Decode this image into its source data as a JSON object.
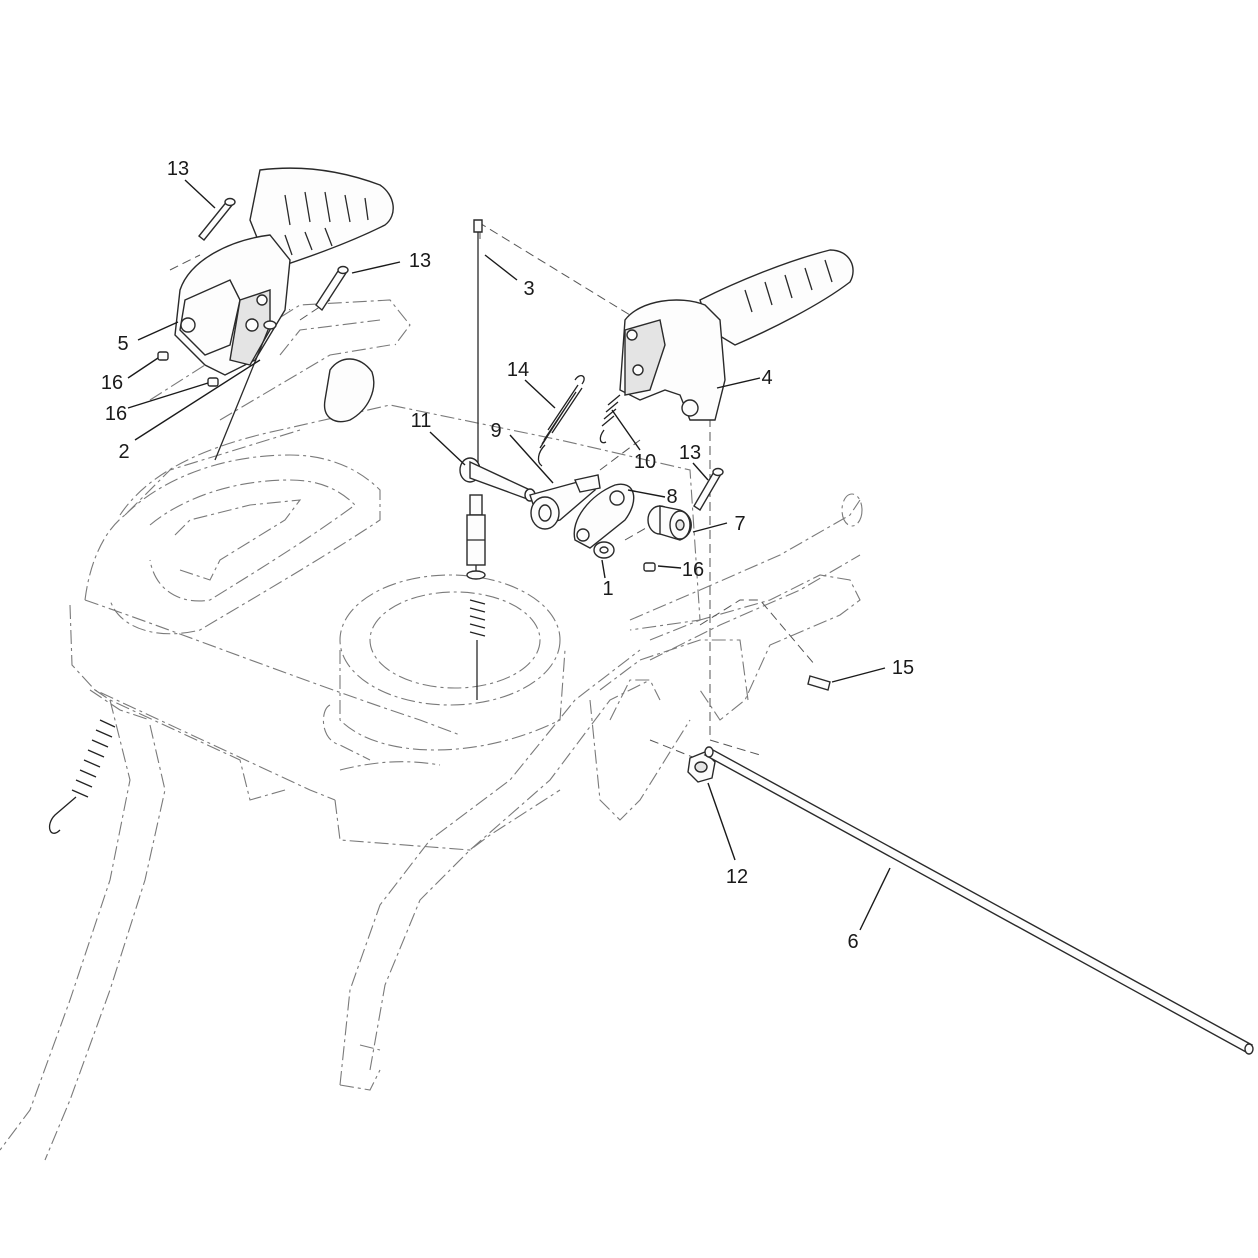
{
  "callouts": [
    {
      "id": "c13a",
      "label": "13"
    },
    {
      "id": "c13b",
      "label": "13"
    },
    {
      "id": "c5",
      "label": "5"
    },
    {
      "id": "c16a",
      "label": "16"
    },
    {
      "id": "c16b",
      "label": "16"
    },
    {
      "id": "c2",
      "label": "2"
    },
    {
      "id": "c3",
      "label": "3"
    },
    {
      "id": "c14",
      "label": "14"
    },
    {
      "id": "c11",
      "label": "11"
    },
    {
      "id": "c9",
      "label": "9"
    },
    {
      "id": "c10",
      "label": "10"
    },
    {
      "id": "c4",
      "label": "4"
    },
    {
      "id": "c13c",
      "label": "13"
    },
    {
      "id": "c8",
      "label": "8"
    },
    {
      "id": "c7",
      "label": "7"
    },
    {
      "id": "c1",
      "label": "1"
    },
    {
      "id": "c16c",
      "label": "16"
    },
    {
      "id": "c15",
      "label": "15"
    },
    {
      "id": "c12",
      "label": "12"
    },
    {
      "id": "c6",
      "label": "6"
    }
  ]
}
